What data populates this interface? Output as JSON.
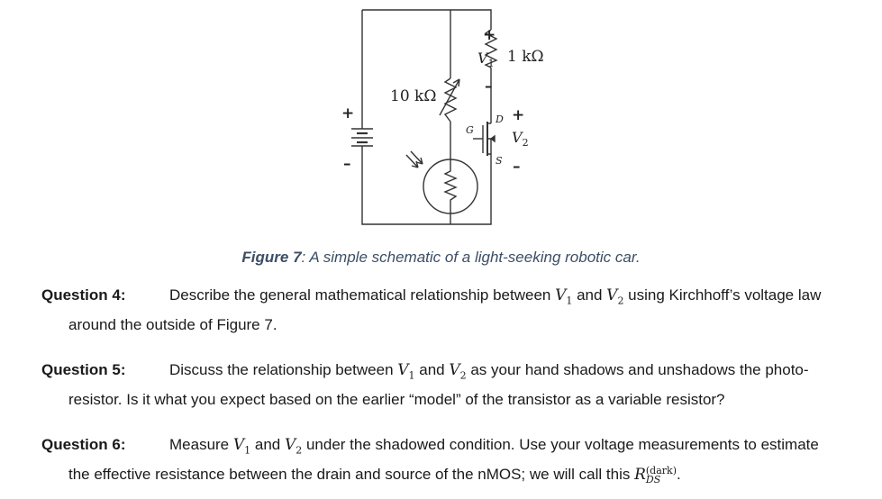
{
  "figure": {
    "labels": {
      "resistor_top": "1 kΩ",
      "resistor_pot": "10 kΩ",
      "v1_symbol": "V",
      "v1_sub": "1",
      "v2_symbol": "V",
      "v2_sub": "2",
      "gate": "G",
      "drain": "D",
      "source": "S",
      "plus": "+",
      "minus": "–"
    },
    "caption_label": "Figure 7",
    "caption_text": ": A simple schematic of a light-seeking robotic car."
  },
  "questions": {
    "q4": {
      "label": "Question 4:",
      "t1": "Describe the general mathematical relationship between ",
      "v1": "V",
      "v1_sub": "1",
      "t2": " and ",
      "v2": "V",
      "v2_sub": "2",
      "t3": " using Kirchhoff’s voltage law",
      "line2": "around the outside of Figure 7."
    },
    "q5": {
      "label": "Question 5:",
      "t1": "Discuss the relationship between ",
      "v1": "V",
      "v1_sub": "1",
      "t2": " and ",
      "v2": "V",
      "v2_sub": "2",
      "t3": " as your hand shadows and unshadows the photo-",
      "line2": "resistor. Is it what you expect based on the earlier “model” of the transistor as a variable resistor?"
    },
    "q6": {
      "label": "Question 6:",
      "t1": "Measure ",
      "v1": "V",
      "v1_sub": "1",
      "t2": " and ",
      "v2": "V",
      "v2_sub": "2",
      "t3": " under the shadowed condition. Use your voltage measurements to estimate",
      "line2": "the effective resistance between the drain and source of the nMOS; we will call this ",
      "r": "R",
      "r_sup": "(dark)",
      "r_sub": "DS",
      "end": "."
    }
  }
}
